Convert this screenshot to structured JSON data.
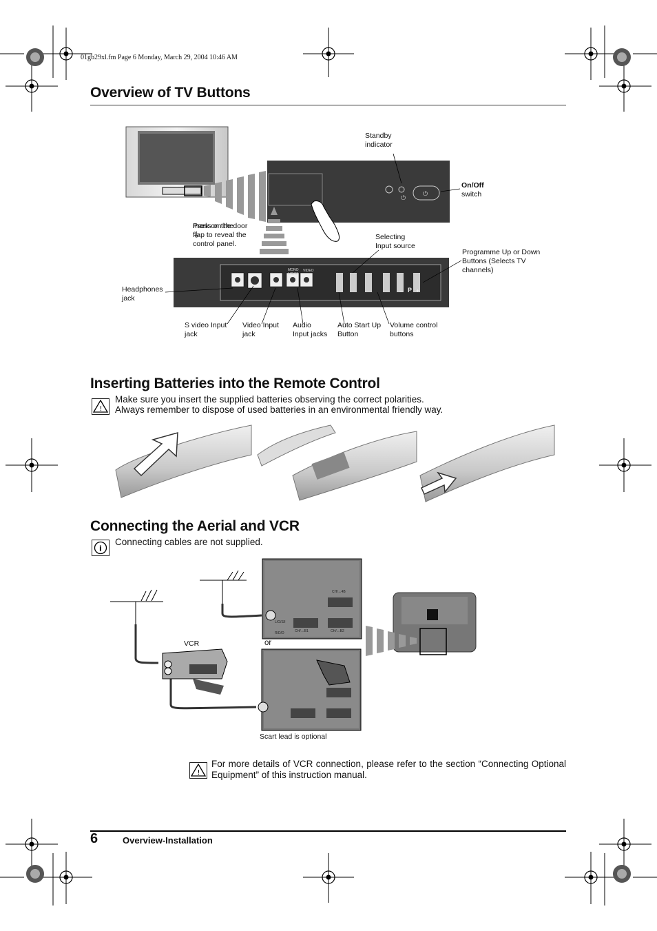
{
  "slug": "01gb29xl.fm  Page 6  Monday, March 29, 2004  10:46 AM",
  "sections": {
    "tv_buttons": {
      "title": "Overview of TV Buttons",
      "labels": {
        "standby": "Standby\nindicator",
        "onoff_bold": "On/Off",
        "onoff_rest": "switch",
        "press_pre": "Press on the",
        "press_rest": "mark on the door\nflap to reveal the\ncontrol panel.",
        "selecting": "Selecting\nInput source",
        "programme": "Programme Up or Down\nButtons (Selects TV\nchannels)",
        "headphones": "Headphones\njack",
        "svideo": "S video Input\njack",
        "video": "Video Input\njack",
        "audio": "Audio\nInput jacks",
        "autostart": "Auto Start Up\nButton",
        "volume": "Volume control\nbuttons"
      },
      "panel_marks": {
        "audio_tag": "MONO\nL/G/S/I",
        "video_tag": "VIDEO",
        "ph_minus": "–",
        "ph_plus": "+",
        "p_label": "P",
        "in4": "⇥4"
      }
    },
    "batteries": {
      "title": "Inserting Batteries into the Remote Control",
      "line1": "Make sure you insert the supplied batteries observing the correct polarities.",
      "line2": "Always remember to dispose of used batteries in an environmental friendly way."
    },
    "aerial": {
      "title": "Connecting the Aerial and VCR",
      "note": "Connecting cables are not supplied.",
      "vcr": "VCR",
      "or": "or",
      "scart_note": "Scart lead is optional",
      "rear_labels": {
        "ch4": "CH/↔4B",
        "ch1": "CH/↔B1",
        "ch2": "CH/↔B2",
        "in": "L/G/S/I",
        "r": "R/D/D"
      }
    },
    "vcr_note": "For more details of VCR connection, please refer to the section “Connecting Optional Equipment” of this instruction manual."
  },
  "footer": {
    "page_number": "6",
    "section": "Overview-Installation"
  }
}
